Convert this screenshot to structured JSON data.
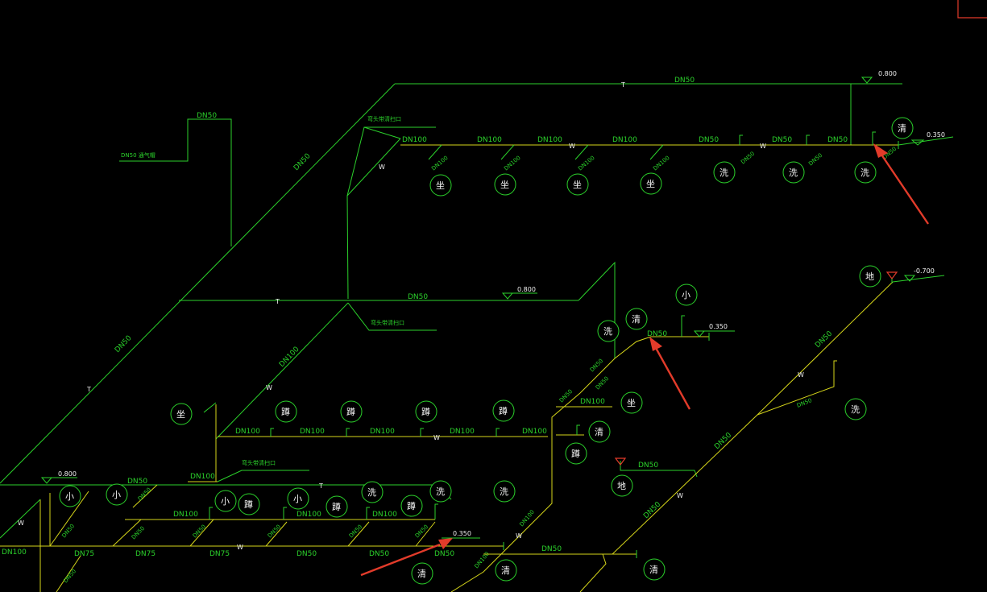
{
  "colors": {
    "background": "#000000",
    "pipe": "#2bd12b",
    "main_pipe": "#d6d61a",
    "text": "#f2f2f2",
    "arrow": "#e23b2a"
  },
  "labels": {
    "dn50": "DN50",
    "dn75": "DN75",
    "dn100": "DN100",
    "dn50_vent_cap": "DN50 通气帽",
    "cleanout_top": "弯头带清扫口",
    "cleanout_mid": "弯头带清扫口",
    "cleanout_low": "弯头带清扫口",
    "elev_0800_top": "0.800",
    "elev_0800_mid": "0.800",
    "elev_0800_low": "0.800",
    "elev_0350_right": "0.350",
    "elev_0350_mid": "0.350",
    "elev_0350_low": "0.350",
    "elev_neg0700": "-0.700",
    "marker_t": "T",
    "marker_w": "W"
  },
  "fixtures": {
    "zuo": "坐",
    "dun": "蹲",
    "xiao": "小",
    "xi": "洗",
    "qing": "清",
    "di": "地"
  }
}
